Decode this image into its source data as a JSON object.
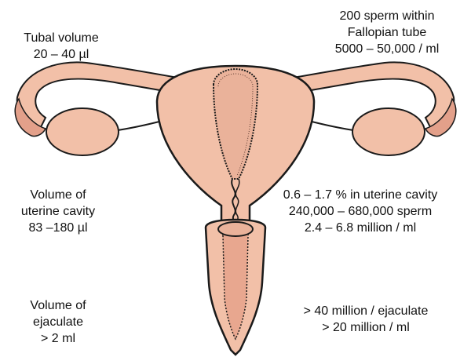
{
  "colors": {
    "tissue_fill": "#f2c0a8",
    "outline": "#1a1a1a",
    "background": "#ffffff"
  },
  "labels": {
    "tubal_volume": {
      "lines": [
        "Tubal volume",
        "20 – 40 µl"
      ]
    },
    "fallopian_sperm": {
      "lines": [
        "200 sperm within",
        "Fallopian tube",
        "5000 – 50,000 / ml"
      ]
    },
    "uterine_cavity_volume": {
      "lines": [
        "Volume of",
        "uterine cavity",
        "83 –180 µl"
      ]
    },
    "uterine_cavity_sperm": {
      "lines": [
        "0.6 – 1.7 % in uterine cavity",
        "240,000 – 680,000 sperm",
        "2.4 – 6.8 million / ml"
      ]
    },
    "ejaculate_volume": {
      "lines": [
        "Volume of",
        "ejaculate",
        "> 2 ml"
      ]
    },
    "ejaculate_sperm": {
      "lines": [
        "> 40 million / ejaculate",
        "> 20 million / ml"
      ]
    }
  }
}
